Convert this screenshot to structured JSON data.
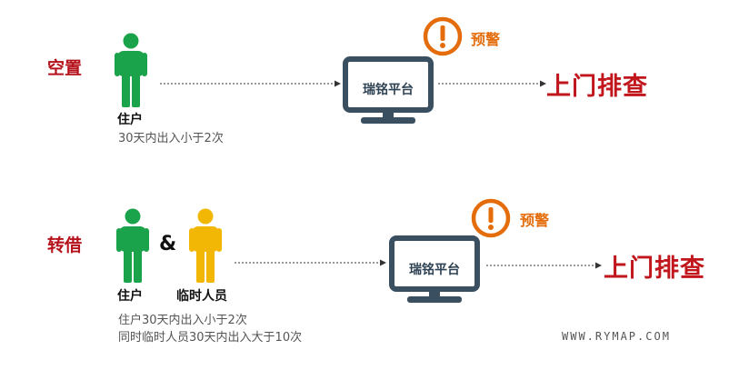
{
  "colors": {
    "label_red": "#b5121b",
    "resident_green": "#1aa34a",
    "temp_yellow": "#f2b705",
    "monitor_dark": "#3a4f60",
    "warning_orange": "#e46c0a",
    "action_red": "#c0161c"
  },
  "rows": [
    {
      "label": "空置",
      "people": [
        "住户"
      ],
      "description": [
        "30天内出入小于2次"
      ],
      "platform": "瑞铭平台",
      "warning": "预警",
      "action": "上门排查"
    },
    {
      "label": "转借",
      "people": [
        "住户",
        "临时人员"
      ],
      "connector": "&",
      "description": [
        "住户30天内出入小于2次",
        "同时临时人员30天内出入大于10次"
      ],
      "platform": "瑞铭平台",
      "warning": "预警",
      "action": "上门排查"
    }
  ],
  "watermark": "WWW.RYMAP.COM",
  "icons": [
    "person-icon",
    "monitor-icon",
    "warning-icon",
    "arrow-icon"
  ]
}
